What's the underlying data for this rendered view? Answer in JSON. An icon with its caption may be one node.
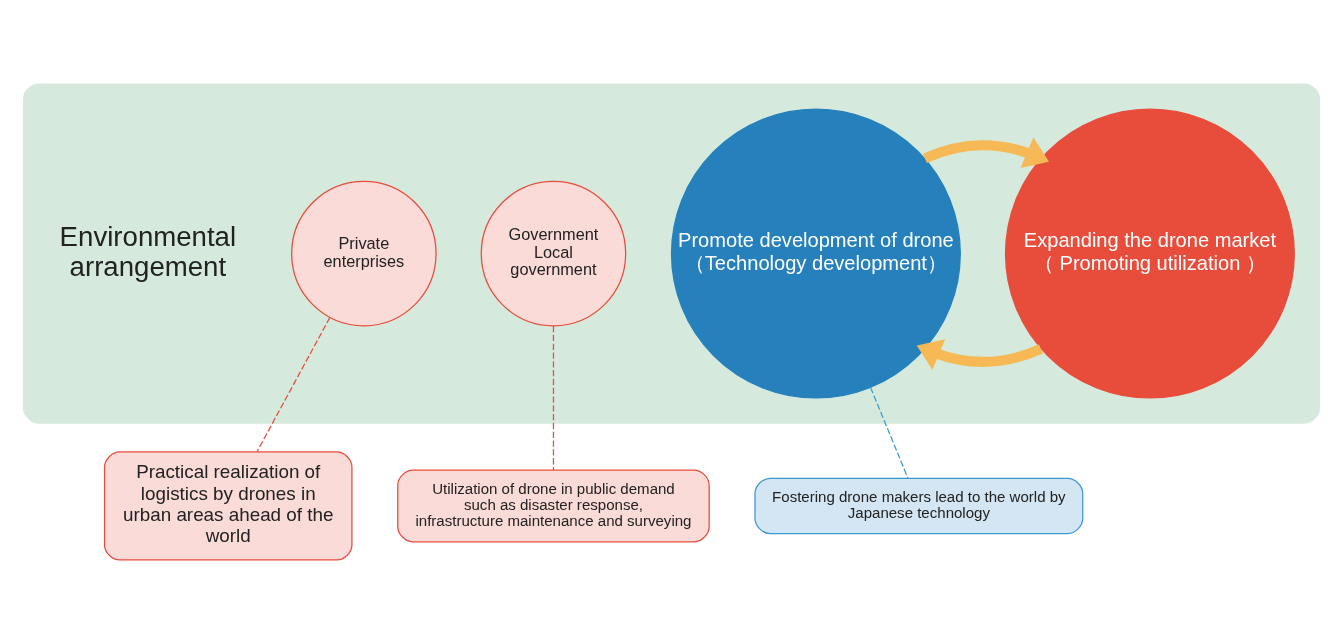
{
  "diagram": {
    "nodes": [
      {
        "text": [],
        "shape": "box"
      },
      {
        "text": [
          "Expanding the drone market （ Promoting utilization ）"
        ],
        "in": 0
      },
      {
        "text": [
          "Private enterprises"
        ],
        "in": 0
      },
      {
        "text": [
          "Government Local government"
        ],
        "in": 0
      },
      {
        "text": [
          "Promote development of drone （Technology development）"
        ],
        "in": 0
      },
      {
        "text": [
          "Practical realization of logistics by drones in urban areas ahead of the world"
        ]
      },
      {
        "text": [
          "Utilization of drone in public demand such as disaster response, infrastructure maintenance and surveying"
        ]
      },
      {
        "text": [
          "Fostering drone makers lead to the world by Japanese technology"
        ]
      }
    ],
    "edges": [
      {
        "from": 1,
        "to": 4,
        "arrow": "to",
        "style": "thick",
        "color": "#f6b955"
      },
      {
        "from": 4,
        "to": 1,
        "arrow": "to",
        "style": "thick",
        "color": "#f6b955"
      },
      {
        "from": 2,
        "to": 5,
        "arrow": "none",
        "style": "dashed",
        "color": "#e74c3c"
      },
      {
        "from": 3,
        "to": 6,
        "arrow": "none",
        "style": "dashed",
        "color": "#e74c3c"
      },
      {
        "from": 4,
        "to": 7,
        "arrow": "none",
        "style": "dashed",
        "color": "#3a9ad0"
      }
    ],
    "labels": [
      "Environmental arrangement"
    ]
  }
}
